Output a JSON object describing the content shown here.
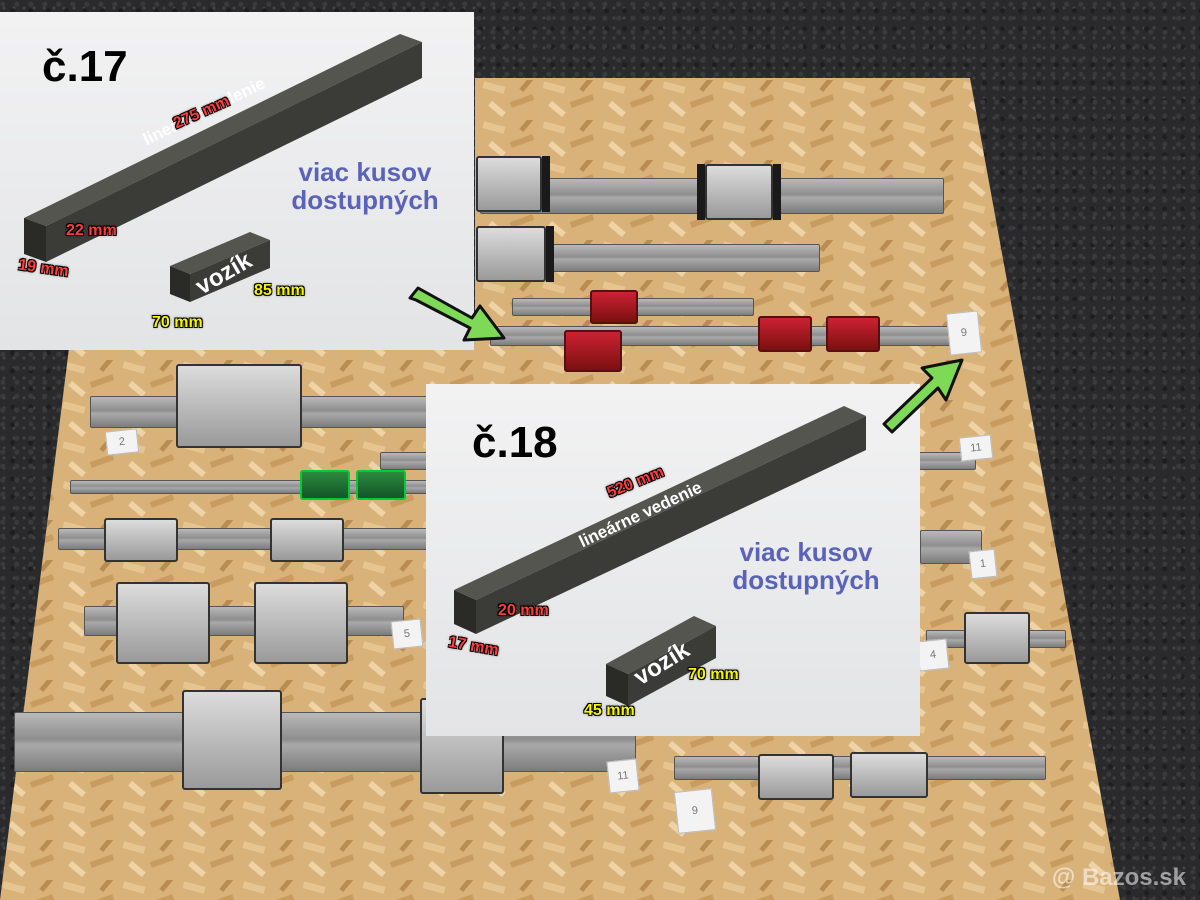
{
  "panel17": {
    "number": "č.17",
    "rail_length": "275 mm",
    "rail_label": "lineárne vedenie",
    "rail_width": "22 mm",
    "rail_height": "19 mm",
    "availability_line1": "viac kusov",
    "availability_line2": "dostupných",
    "carriage_label": "vozík",
    "carriage_length": "85 mm",
    "carriage_width": "70 mm"
  },
  "panel18": {
    "number": "č.18",
    "rail_length": "520 mm",
    "rail_label": "lineárne vedenie",
    "rail_width": "20 mm",
    "rail_height": "17 mm",
    "availability_line1": "viac kusov",
    "availability_line2": "dostupných",
    "carriage_label": "vozík",
    "carriage_length": "70 mm",
    "carriage_width": "45 mm"
  },
  "tags": [
    "1",
    "2",
    "4",
    "5",
    "9",
    "11"
  ],
  "watermark": "@ Bazos.sk",
  "colors": {
    "osb": "#d9b27a",
    "gravel": "#2a2a2c",
    "bar": "#3b3b38",
    "arrow": "#7ed957",
    "red_label": "#ff3b3b",
    "yellow_label": "#f6f600",
    "blue_text": "#5a63b8"
  },
  "icons": [
    "arrow-icon"
  ]
}
